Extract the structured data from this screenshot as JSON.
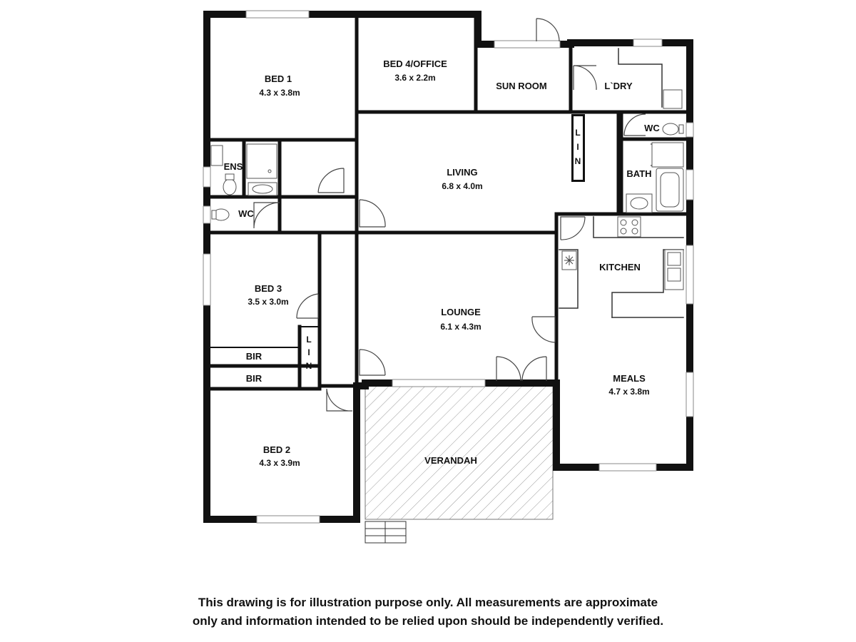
{
  "rooms": {
    "bed1": {
      "name": "BED 1",
      "size": "4.3 x 3.8m"
    },
    "bed4": {
      "name": "BED 4/OFFICE",
      "size": "3.6 x 2.2m"
    },
    "sunroom": {
      "name": "SUN ROOM"
    },
    "laundry": {
      "name": "L`DRY"
    },
    "wc_top": {
      "name": "WC"
    },
    "bath": {
      "name": "BATH"
    },
    "ens": {
      "name": "ENS"
    },
    "wc_left": {
      "name": "WC"
    },
    "living": {
      "name": "LIVING",
      "size": "6.8 x 4.0m"
    },
    "bed3": {
      "name": "BED 3",
      "size": "3.5 x 3.0m"
    },
    "lounge": {
      "name": "LOUNGE",
      "size": "6.1 x 4.3m"
    },
    "kitchen": {
      "name": "KITCHEN"
    },
    "meals": {
      "name": "MEALS",
      "size": "4.7 x 3.8m"
    },
    "bir1": {
      "name": "BIR"
    },
    "bir2": {
      "name": "BIR"
    },
    "bed2": {
      "name": "BED 2",
      "size": "4.3 x 3.9m"
    },
    "verandah": {
      "name": "VERANDAH"
    },
    "lin_top": {
      "letters": [
        "L",
        "I",
        "N"
      ]
    },
    "lin_left": {
      "letters": [
        "L",
        "I",
        "N"
      ]
    }
  },
  "disclaimer": {
    "line1": "This drawing is for illustration purpose only. All measurements are approximate",
    "line2": "only and information intended to be relied upon should be independently verified."
  }
}
